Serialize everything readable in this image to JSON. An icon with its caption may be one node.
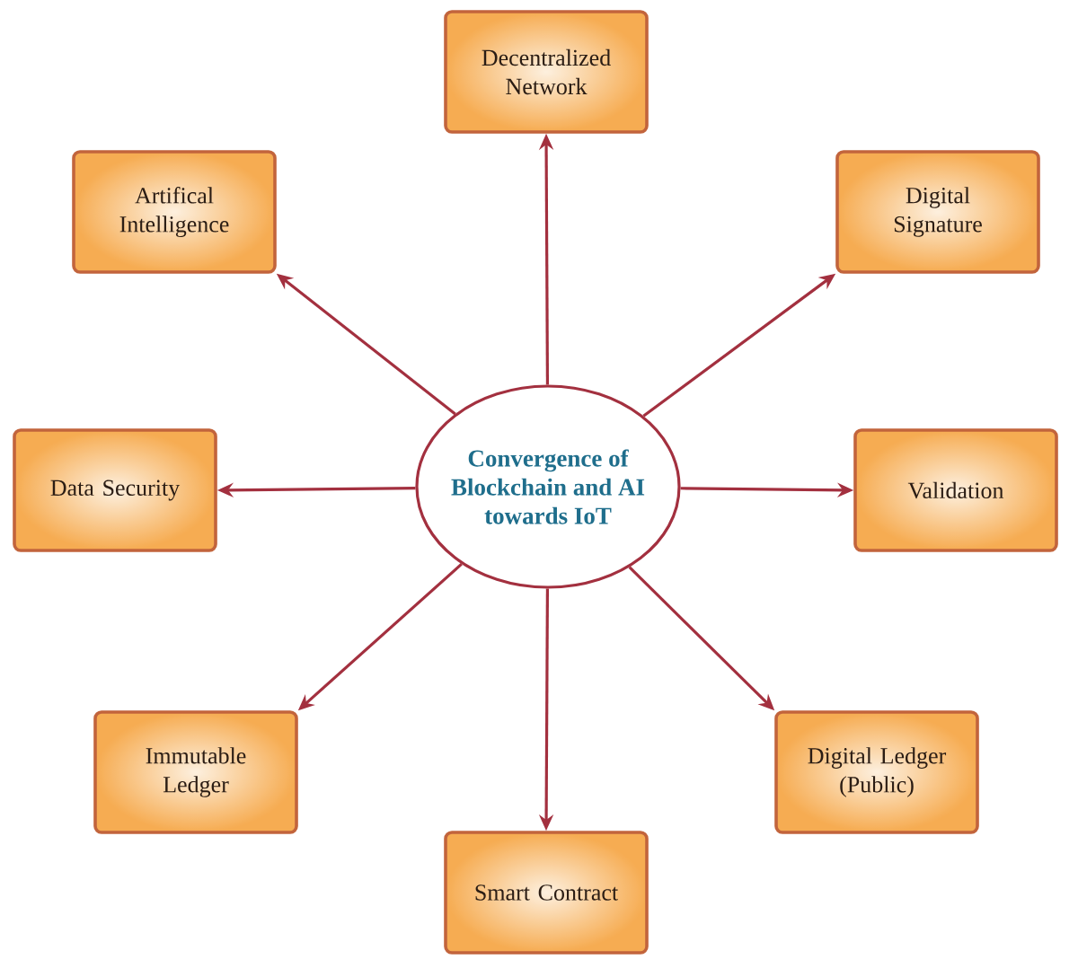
{
  "diagram": {
    "nodes": [
      {
        "text": [
          "Convergence of Blockchain and AI towards IoT"
        ]
      },
      {
        "text": [
          "Decentralized Network"
        ]
      },
      {
        "text": [
          "Artifical Intelligence"
        ]
      },
      {
        "text": [
          "Digital Signature"
        ]
      },
      {
        "text": [
          "Data Security"
        ]
      },
      {
        "text": [
          "Validation"
        ]
      },
      {
        "text": [
          "Immutable Ledger"
        ]
      },
      {
        "text": [
          "Digital Ledger (Public)"
        ]
      },
      {
        "text": [
          "Smart Contract"
        ]
      }
    ],
    "edges": [
      {
        "from": 0,
        "to": 1,
        "arrow": "to"
      },
      {
        "from": 0,
        "to": 2,
        "arrow": "to"
      },
      {
        "from": 0,
        "to": 3,
        "arrow": "to"
      },
      {
        "from": 0,
        "to": 4,
        "arrow": "to"
      },
      {
        "from": 0,
        "to": 5,
        "arrow": "to"
      },
      {
        "from": 0,
        "to": 6,
        "arrow": "to"
      },
      {
        "from": 0,
        "to": 7,
        "arrow": "to"
      },
      {
        "from": 0,
        "to": 8,
        "arrow": "to"
      }
    ]
  }
}
